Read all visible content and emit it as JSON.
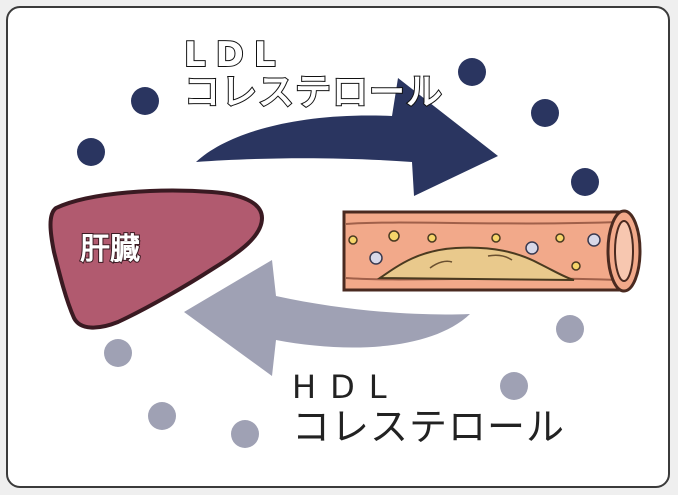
{
  "ldl": {
    "line1": "LDL",
    "line2": "コレステロール",
    "color": "#2a3560"
  },
  "hdl": {
    "line1": "HDL",
    "line2": "コレステロール",
    "color": "#9fa1b4"
  },
  "liver": {
    "label": "肝臓",
    "color": "#b15a6f"
  },
  "vessel": {
    "wall_color": "#f2a98a",
    "plaque_color": "#e9c98c"
  },
  "colors": {
    "frame": "#3b3b3b",
    "background": "#ffffff"
  }
}
